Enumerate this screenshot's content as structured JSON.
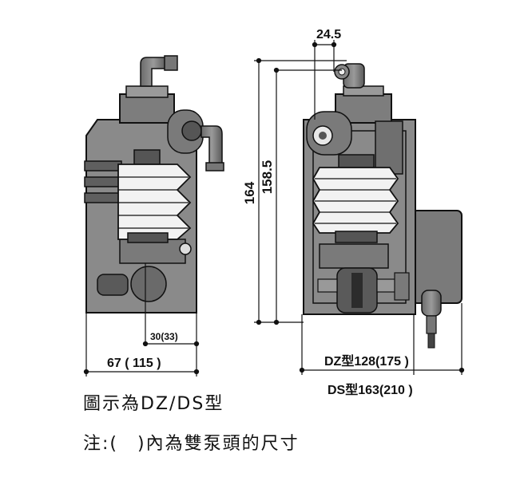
{
  "dimensions": {
    "offset": "24.5",
    "total_height": "164",
    "body_height": "158.5",
    "inner_width": "30(33)",
    "side_width": "67 ( 115 )",
    "dz_width": "DZ型128(175 )",
    "ds_width": "DS型163(210 )"
  },
  "captions": {
    "line1": "圖示為DZ/DS型",
    "line2": "注:(　)內為雙泵頭的尺寸"
  },
  "colors": {
    "body": "#8a8a8a",
    "body_dark": "#5f5f5f",
    "bellows": "#f2f2f2",
    "outline": "#111111"
  }
}
